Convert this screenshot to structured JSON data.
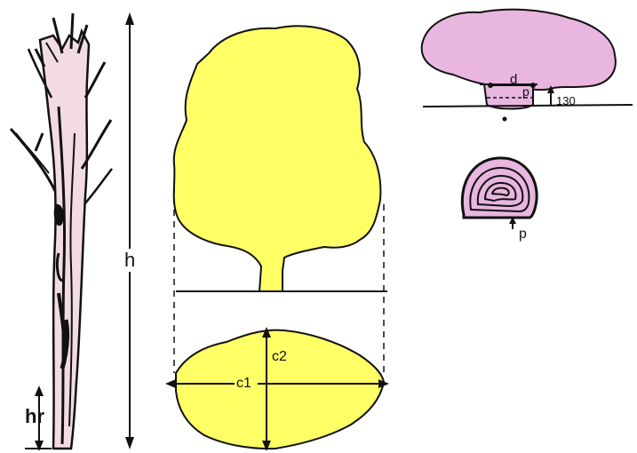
{
  "labels": {
    "height": "h",
    "root_height": "hr",
    "crown_width": "c1",
    "crown_depth": "c2",
    "diameter": "d",
    "perimeter": "p",
    "breast_height": "130",
    "section_perimeter": "p"
  },
  "colors": {
    "crown_fill": "#ffff66",
    "stem_fill": "#f3dbe6",
    "canopy_fill": "#e8b6df",
    "line": "#111111"
  }
}
